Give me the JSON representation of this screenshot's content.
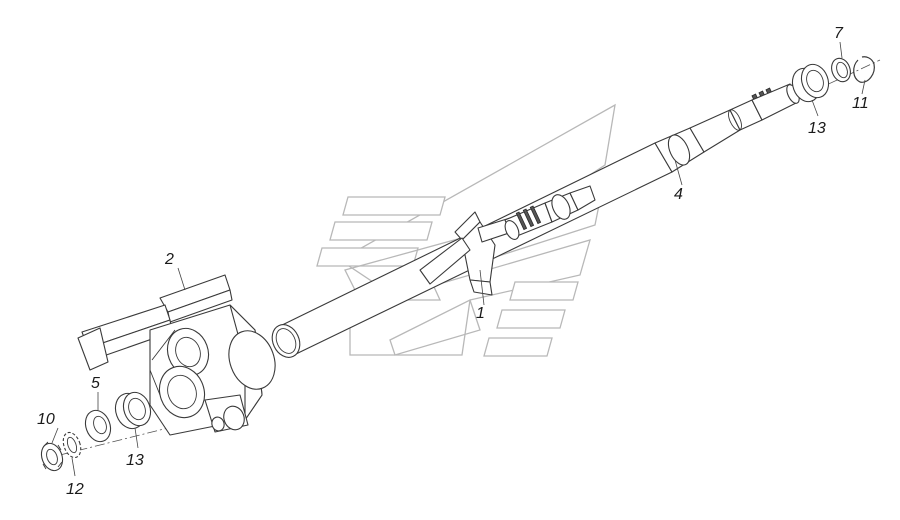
{
  "callouts": {
    "c1": "1",
    "c2": "2",
    "c4": "4",
    "c5": "5",
    "c7": "7",
    "c10": "10",
    "c11": "11",
    "c12": "12",
    "c13_left": "13",
    "c13_right": "13"
  },
  "watermark": {
    "icon": "kamaz-logo-watermark",
    "color": "#b8b8b8"
  },
  "colors": {
    "line": "#3a3a3a",
    "background": "#ffffff"
  }
}
